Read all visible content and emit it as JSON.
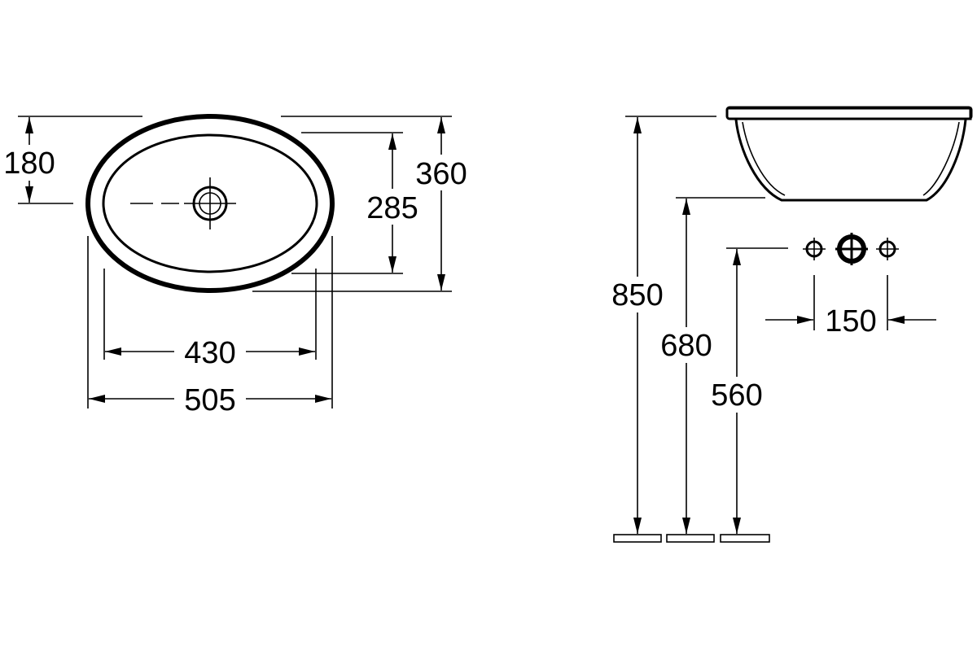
{
  "top_view": {
    "labels": {
      "drain_offset": "180",
      "outer_depth": "360",
      "inner_depth": "285",
      "inner_width": "430",
      "outer_width": "505"
    }
  },
  "side_view": {
    "labels": {
      "rim_height": "850",
      "bowl_bottom_height": "680",
      "tap_height": "560",
      "tap_spacing": "150"
    }
  }
}
